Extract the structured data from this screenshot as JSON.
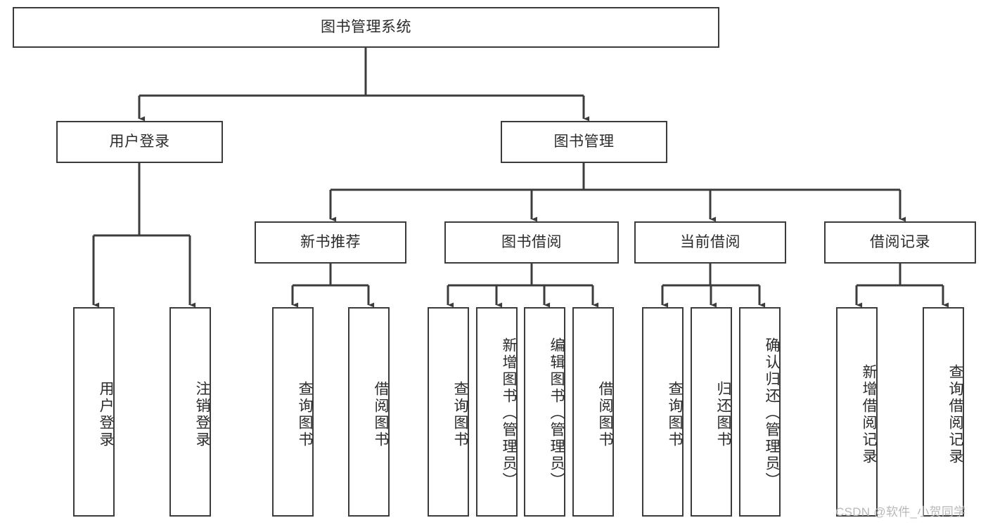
{
  "diagram": {
    "title": "图书管理系统",
    "type": "tree",
    "root": {
      "label": "图书管理系统",
      "orientation": "horizontal"
    },
    "level1": [
      {
        "label": "用户登录",
        "orientation": "horizontal"
      },
      {
        "label": "图书管理",
        "orientation": "horizontal"
      }
    ],
    "level2": [
      {
        "label": "新书推荐",
        "orientation": "horizontal",
        "parent": "图书管理"
      },
      {
        "label": "图书借阅",
        "orientation": "horizontal",
        "parent": "图书管理"
      },
      {
        "label": "当前借阅",
        "orientation": "horizontal",
        "parent": "图书管理"
      },
      {
        "label": "借阅记录",
        "orientation": "horizontal",
        "parent": "图书管理"
      }
    ],
    "leaves": {
      "user_login": [
        {
          "label": "用户登录",
          "orientation": "vertical"
        },
        {
          "label": "注销登录",
          "orientation": "vertical"
        }
      ],
      "new_book_recommend": [
        {
          "label": "查询图书",
          "orientation": "vertical"
        },
        {
          "label": "借阅图书",
          "orientation": "vertical"
        }
      ],
      "book_borrow": [
        {
          "label": "查询图书",
          "orientation": "vertical"
        },
        {
          "label": "新增图书（管理员）",
          "orientation": "vertical"
        },
        {
          "label": "编辑图书（管理员）",
          "orientation": "vertical"
        },
        {
          "label": "借阅图书",
          "orientation": "vertical"
        }
      ],
      "current_borrow": [
        {
          "label": "查询图书",
          "orientation": "vertical"
        },
        {
          "label": "归还图书",
          "orientation": "vertical"
        },
        {
          "label": "确认归还（管理员）",
          "orientation": "vertical"
        }
      ],
      "borrow_record": [
        {
          "label": "新增借阅记录",
          "orientation": "vertical"
        },
        {
          "label": "查询借阅记录",
          "orientation": "vertical"
        }
      ]
    }
  },
  "watermark": {
    "text": "CSDN @软件_小贺同学"
  },
  "colors": {
    "line": "#3c3c3c",
    "box_border": "#3c3c3c",
    "box_fill": "#ffffff",
    "text": "#2b2b2b",
    "watermark": "#b8b8b8",
    "background": "#ffffff"
  }
}
